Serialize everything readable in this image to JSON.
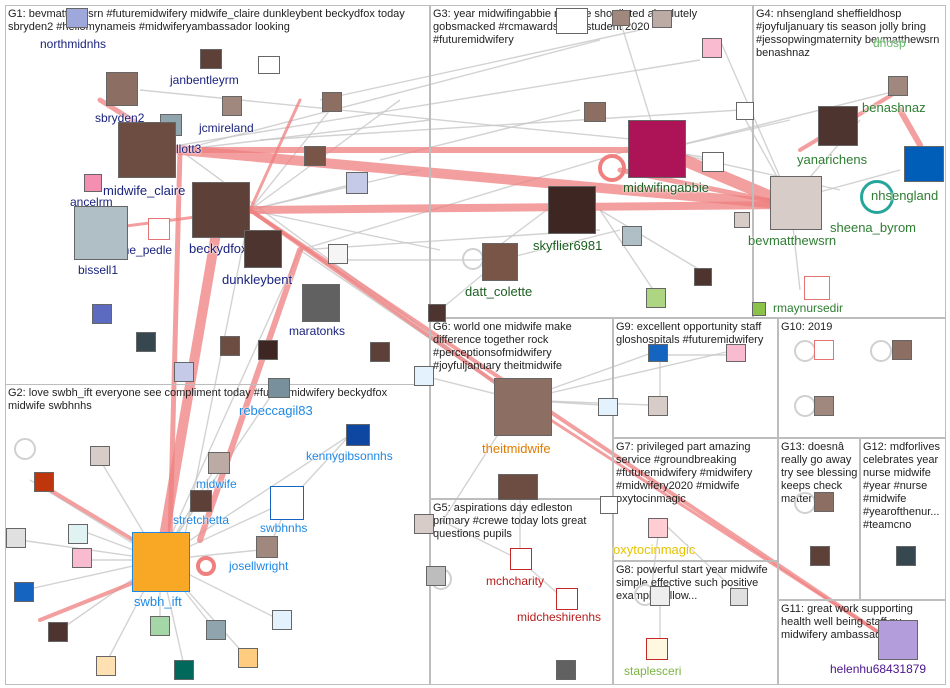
{
  "groups": [
    {
      "id": "G1",
      "title": "G1: bevmatthewsrn #futuremidwifery midwife_claire dunkleybent beckydfox today sbryden2 #hellomynameis #midwiferyambassador looking"
    },
    {
      "id": "G2",
      "title": "G2: love swbh_ift everyone see compliment today #futuremidwifery beckydfox midwife swbhnhs"
    },
    {
      "id": "G3",
      "title": "G3: year midwifingabbie midwife shortlisted absolutely gobsmacked #rcmawards2020 student 2020 #futuremidwifery"
    },
    {
      "id": "G4",
      "title": "G4: nhsengland sheffieldhosp #joyfuljanuary tis season jolly bring #jessopwingmaternity bevmatthewsrn benashnaz"
    },
    {
      "id": "G5",
      "title": "G5: aspirations day edleston primary #crewe today lots great questions pupils"
    },
    {
      "id": "G6",
      "title": "G6: world one midwife make difference together rock #perceptionsofmidwifery #joyfuljanuary theitmidwife"
    },
    {
      "id": "G7",
      "title": "G7: privileged part amazing service #groundbreaking #futuremidwifery #midwifery #midwifery2020 #midwife oxytocinmagic"
    },
    {
      "id": "G8",
      "title": "G8: powerful start year midwife simple effective such positive example follow..."
    },
    {
      "id": "G9",
      "title": "G9: excellent opportunity staff gloshospitals #futuremidwifery"
    },
    {
      "id": "G10",
      "title": "G10: 2019"
    },
    {
      "id": "G11",
      "title": "G11: great work supporting health well being staff ny midwifery ambassador"
    },
    {
      "id": "G12",
      "title": "G12: mdforlives celebrates year nurse midwife #year #nurse #midwife #yearofthenur... #teamcno"
    },
    {
      "id": "G13",
      "title": "G13: doesnâ really go away try see blessing keeps check matter"
    }
  ],
  "nodes": [
    {
      "id": "northmidnhs",
      "label": "northmidnhs"
    },
    {
      "id": "sbryden2",
      "label": "sbryden2"
    },
    {
      "id": "janbentleyrm",
      "label": "janbentleyrm"
    },
    {
      "id": "jcmireland",
      "label": "jcmireland"
    },
    {
      "id": "llott3",
      "label": "llott3"
    },
    {
      "id": "midwife_claire",
      "label": "midwife_claire"
    },
    {
      "id": "ancelrm",
      "label": "ancelrm"
    },
    {
      "id": "ane_pedl",
      "label": "ane_pedle"
    },
    {
      "id": "bissell1",
      "label": "bissell1"
    },
    {
      "id": "beckydfox",
      "label": "beckydfox"
    },
    {
      "id": "dunkleybent",
      "label": "dunkleybent"
    },
    {
      "id": "maratonks",
      "label": "maratonks"
    },
    {
      "id": "midwifingabbie",
      "label": "midwifingabbie"
    },
    {
      "id": "skyflier6981",
      "label": "skyflier6981"
    },
    {
      "id": "datt_colette",
      "label": "datt_colette"
    },
    {
      "id": "dhosp",
      "label": "dhosp"
    },
    {
      "id": "benashnaz",
      "label": "benashnaz"
    },
    {
      "id": "yanarichens",
      "label": "yanarichens"
    },
    {
      "id": "nhsengland",
      "label": "nhsengland"
    },
    {
      "id": "sheena_byrom",
      "label": "sheena_byrom"
    },
    {
      "id": "bevmatthewsrn",
      "label": "bevmatthewsrn"
    },
    {
      "id": "rmaynursedir",
      "label": "rmaynursedir"
    },
    {
      "id": "theitmidwife",
      "label": "theitmidwife"
    },
    {
      "id": "rebeccagil83",
      "label": "rebeccagil83"
    },
    {
      "id": "kennygibsonnhs",
      "label": "kennygibsonnhs"
    },
    {
      "id": "midwife",
      "label": "midwife"
    },
    {
      "id": "stretchetta",
      "label": "stretchetta"
    },
    {
      "id": "swbhnhs",
      "label": "swbhnhs"
    },
    {
      "id": "josellwright",
      "label": "josellwright"
    },
    {
      "id": "swbh_ift",
      "label": "swbh_ift"
    },
    {
      "id": "oxytocinmagic",
      "label": "oxytocinmagic"
    },
    {
      "id": "mchcharity",
      "label": "mchcharity"
    },
    {
      "id": "midcheshirenhs",
      "label": "midcheshirenhs"
    },
    {
      "id": "staplesceri",
      "label": "staplesceri"
    },
    {
      "id": "helenhu68431879",
      "label": "helenhu68431879"
    }
  ],
  "colors": {
    "edge_gray": "#c8c8c8",
    "edge_red": "#f08080",
    "G1": "#1a237e",
    "G2": "#1e88e5",
    "G3": "#1b5e20",
    "G4": "#2e7d32",
    "G4_light": "#66bb6a",
    "G5": "#b71c1c",
    "G6": "#e07b00",
    "G7": "#e6c200",
    "G8": "#7cb342",
    "G11": "#4a148c"
  }
}
